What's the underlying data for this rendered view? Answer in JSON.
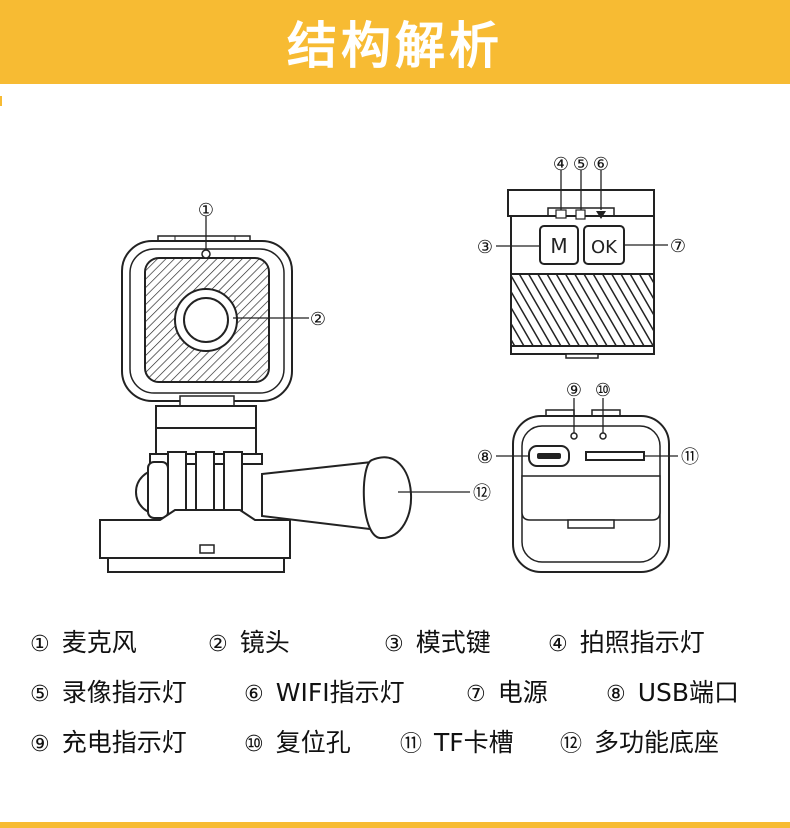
{
  "header": {
    "title": "结构解析",
    "color": "#F7BB33"
  },
  "callouts": {
    "c1": "①",
    "c2": "②",
    "c3": "③",
    "c4": "④",
    "c5": "⑤",
    "c6": "⑥",
    "c7": "⑦",
    "c8": "⑧",
    "c9": "⑨",
    "c10": "⑩",
    "c11": "⑪",
    "c12": "⑫"
  },
  "buttons": {
    "m": "M",
    "ok": "OK"
  },
  "legend": [
    {
      "num": "①",
      "label": "麦克风"
    },
    {
      "num": "②",
      "label": "镜头"
    },
    {
      "num": "③",
      "label": "模式键"
    },
    {
      "num": "④",
      "label": "拍照指示灯"
    },
    {
      "num": "⑤",
      "label": "录像指示灯"
    },
    {
      "num": "⑥",
      "label": "WIFI指示灯"
    },
    {
      "num": "⑦",
      "label": "电源"
    },
    {
      "num": "⑧",
      "label": "USB端口"
    },
    {
      "num": "⑨",
      "label": "充电指示灯"
    },
    {
      "num": "⑩",
      "label": "复位孔"
    },
    {
      "num": "⑪",
      "label": "TF卡槽"
    },
    {
      "num": "⑫",
      "label": "多功能底座"
    }
  ]
}
